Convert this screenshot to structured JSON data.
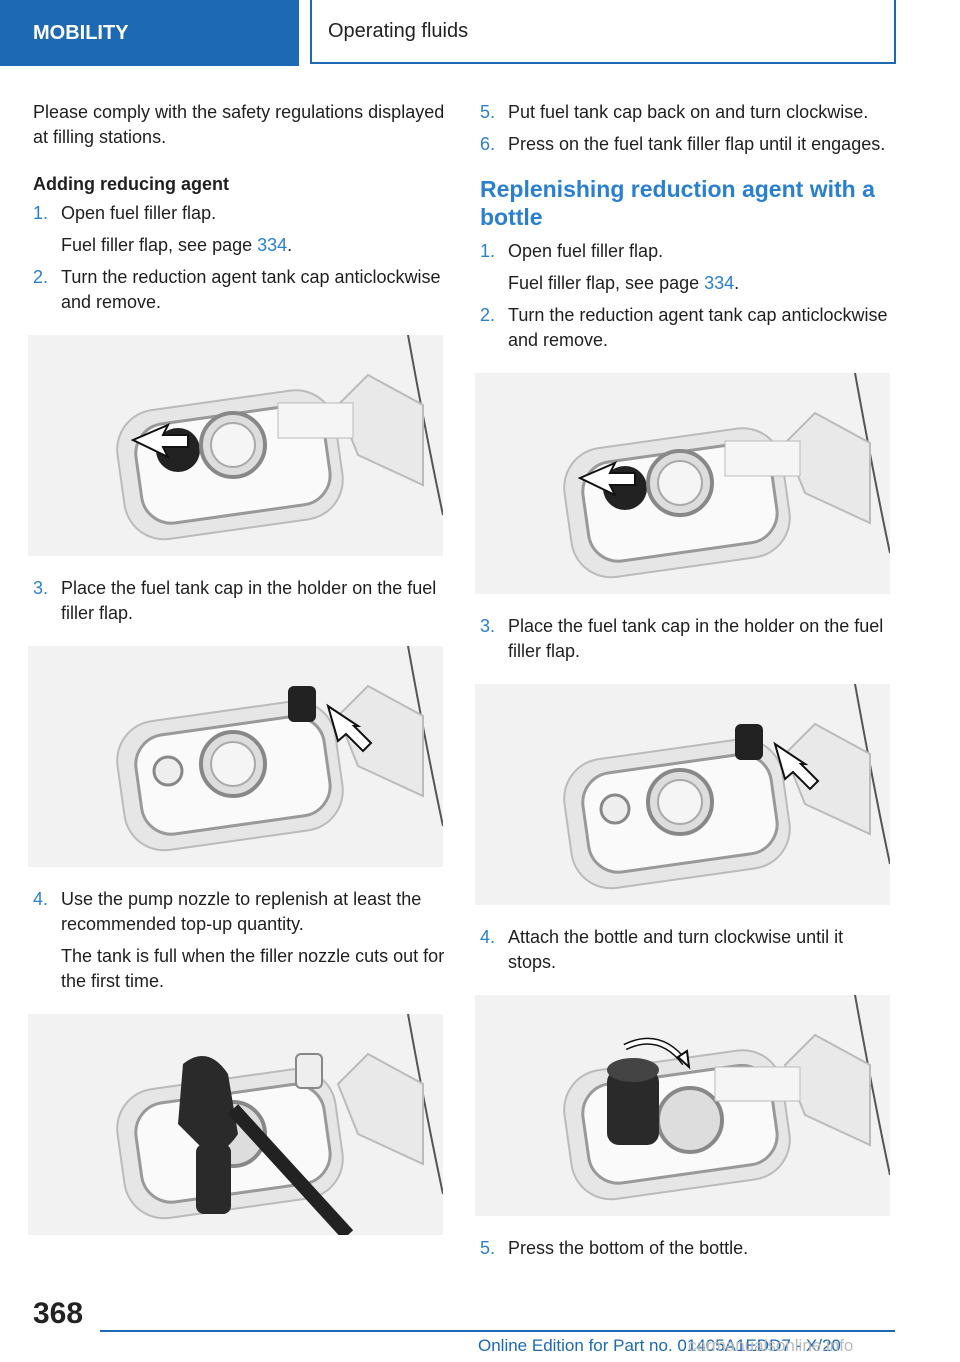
{
  "header": {
    "section": "MOBILITY",
    "chapter": "Operating fluids"
  },
  "left": {
    "intro": "Please comply with the safety regulations dis­played at filling stations.",
    "subheading": "Adding reducing agent",
    "steps": [
      {
        "num": "1.",
        "text": "Open fuel filler flap.",
        "note_prefix": "Fuel filler flap, see page ",
        "note_link": "334",
        "note_suffix": "."
      },
      {
        "num": "2.",
        "text": "Turn the reduction agent tank cap anticlock­wise and remove."
      },
      {
        "num": "3.",
        "text": "Place the fuel tank cap in the holder on the fuel filler flap."
      },
      {
        "num": "4.",
        "text": "Use the pump nozzle to replenish at least the recommended top-up quantity.",
        "note": "The tank is full when the filler nozzle cuts out for the first time."
      }
    ]
  },
  "right": {
    "steps_top": [
      {
        "num": "5.",
        "text": "Put fuel tank cap back on and turn clockwise."
      },
      {
        "num": "6.",
        "text": "Press on the fuel tank filler flap until it en­gages."
      }
    ],
    "heading": "Replenishing reduction agent with a bottle",
    "steps": [
      {
        "num": "1.",
        "text": "Open fuel filler flap.",
        "note_prefix": "Fuel filler flap, see page ",
        "note_link": "334",
        "note_suffix": "."
      },
      {
        "num": "2.",
        "text": "Turn the reduction agent tank cap anticlock­wise and remove."
      },
      {
        "num": "3.",
        "text": "Place the fuel tank cap in the holder on the fuel filler flap."
      },
      {
        "num": "4.",
        "text": "Attach the bottle and turn clockwise until it stops."
      },
      {
        "num": "5.",
        "text": "Press the bottom of the bottle."
      }
    ]
  },
  "footer": {
    "page_number": "368",
    "edition": "Online Edition for Part no. 01405A1EDD7 - X/20",
    "watermark": "carmanualsonline.info"
  },
  "colors": {
    "brand_blue": "#1d69b3",
    "link_blue": "#2a80d0"
  }
}
